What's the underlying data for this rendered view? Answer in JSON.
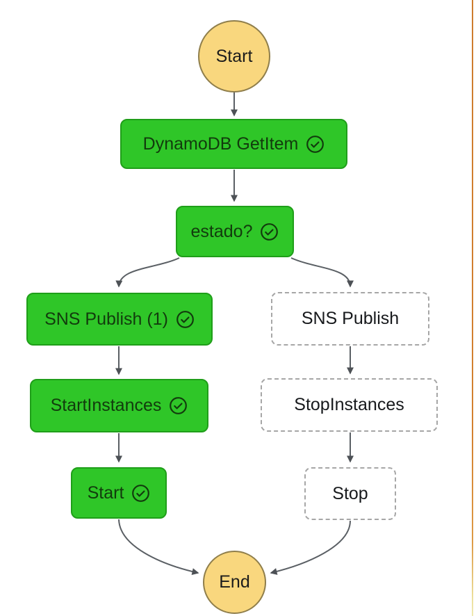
{
  "diagram": {
    "start": {
      "label": "Start"
    },
    "end": {
      "label": "End"
    },
    "nodes": [
      {
        "id": "dynamodb-getitem",
        "label": "DynamoDB GetItem",
        "status": "succeeded",
        "icon": "success-check-icon"
      },
      {
        "id": "estado-choice",
        "label": "estado?",
        "status": "succeeded",
        "icon": "success-check-icon"
      },
      {
        "id": "sns-publish-1",
        "label": "SNS Publish (1)",
        "status": "succeeded",
        "icon": "success-check-icon"
      },
      {
        "id": "sns-publish",
        "label": "SNS Publish",
        "status": "not-executed"
      },
      {
        "id": "startinstances",
        "label": "StartInstances",
        "status": "succeeded",
        "icon": "success-check-icon"
      },
      {
        "id": "stopinstances",
        "label": "StopInstances",
        "status": "not-executed"
      },
      {
        "id": "start-task",
        "label": "Start",
        "status": "succeeded",
        "icon": "success-check-icon"
      },
      {
        "id": "stop-task",
        "label": "Stop",
        "status": "not-executed"
      }
    ],
    "colors": {
      "succeeded_fill": "#2fc628",
      "succeeded_border": "#1f9e19",
      "succeeded_text": "#123b0d",
      "not_executed_border": "#a6a6a6",
      "not_executed_text": "#17191c",
      "terminal_fill": "#f9d77e",
      "terminal_border": "#8f7e4b",
      "edge": "#5a5f64",
      "arrowhead": "#4d5156",
      "right_edge_line": "#d3802f"
    }
  }
}
